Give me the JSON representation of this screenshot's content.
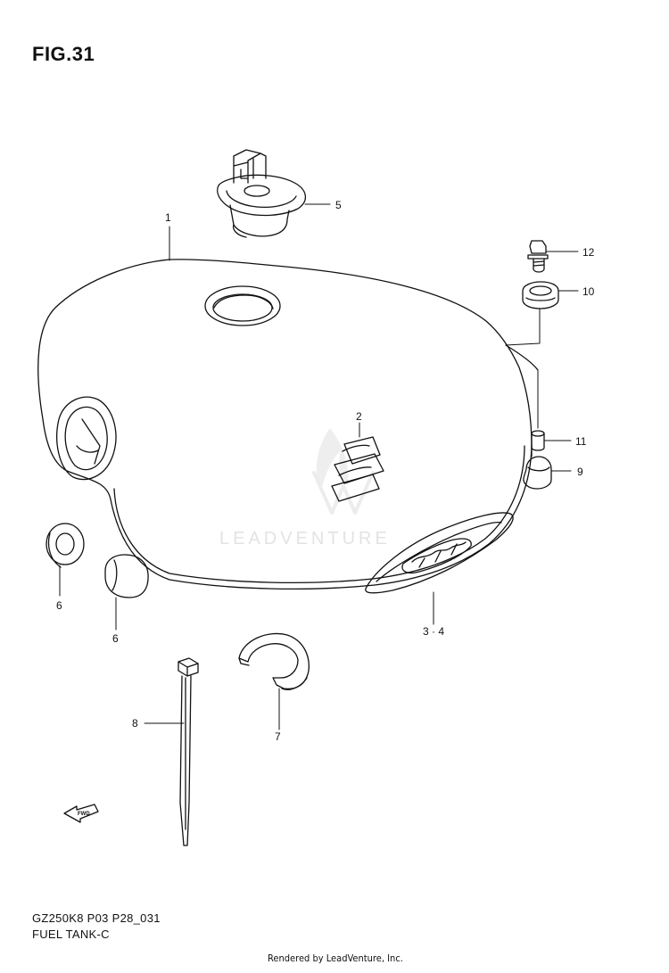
{
  "figure": {
    "title": "FIG.31",
    "model_code": "GZ250K8 P03 P28_031",
    "section_name": "FUEL TANK-C",
    "credit": "Rendered by LeadVenture, Inc.",
    "watermark": "LEADVENTURE",
    "fwd_label": "FWD"
  },
  "callouts": [
    {
      "id": "1",
      "label": "1",
      "part": "fuel-tank"
    },
    {
      "id": "2",
      "label": "2",
      "part": "tank-emblem"
    },
    {
      "id": "3-4",
      "label": "3 · 4",
      "part": "marauder-emblem"
    },
    {
      "id": "5",
      "label": "5",
      "part": "fuel-cap"
    },
    {
      "id": "6a",
      "label": "6",
      "part": "cushion-a"
    },
    {
      "id": "6b",
      "label": "6",
      "part": "cushion-b"
    },
    {
      "id": "7",
      "label": "7",
      "part": "clamp"
    },
    {
      "id": "8",
      "label": "8",
      "part": "cable-tie"
    },
    {
      "id": "9",
      "label": "9",
      "part": "rear-cushion"
    },
    {
      "id": "10",
      "label": "10",
      "part": "grommet"
    },
    {
      "id": "11",
      "label": "11",
      "part": "spacer"
    },
    {
      "id": "12",
      "label": "12",
      "part": "bolt"
    }
  ],
  "colors": {
    "line": "#111111",
    "watermark": "#e3e3e3",
    "background": "#ffffff"
  }
}
